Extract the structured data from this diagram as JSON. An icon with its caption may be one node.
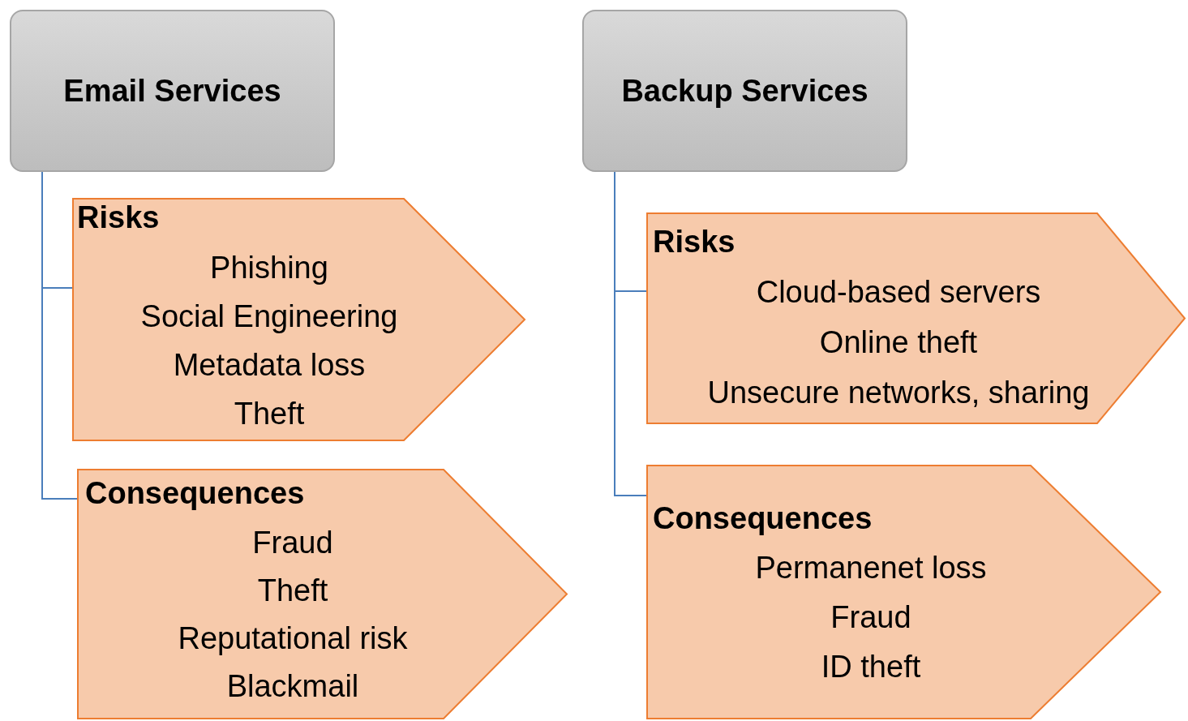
{
  "diagram": {
    "nodes": [
      {
        "text": [
          "Email Services"
        ]
      },
      {
        "text": [
          "Risks",
          "Phishing",
          "Social Engineering",
          "Metadata loss",
          "Theft"
        ]
      },
      {
        "text": [
          "Consequences",
          "Fraud",
          "Theft",
          "Reputational risk",
          "Blackmail"
        ]
      },
      {
        "text": [
          "Backup Services"
        ]
      },
      {
        "text": [
          "Risks",
          "Cloud-based servers",
          "Online theft",
          "Unsecure networks, sharing"
        ]
      },
      {
        "text": [
          "Consequences",
          "Permanenet loss",
          "Fraud",
          "ID theft"
        ]
      }
    ],
    "edges": [
      {
        "from": 0,
        "to": 1,
        "arrow": "none"
      },
      {
        "from": 0,
        "to": 2,
        "arrow": "none"
      },
      {
        "from": 3,
        "to": 4,
        "arrow": "none"
      },
      {
        "from": 3,
        "to": 5,
        "arrow": "none"
      }
    ]
  }
}
